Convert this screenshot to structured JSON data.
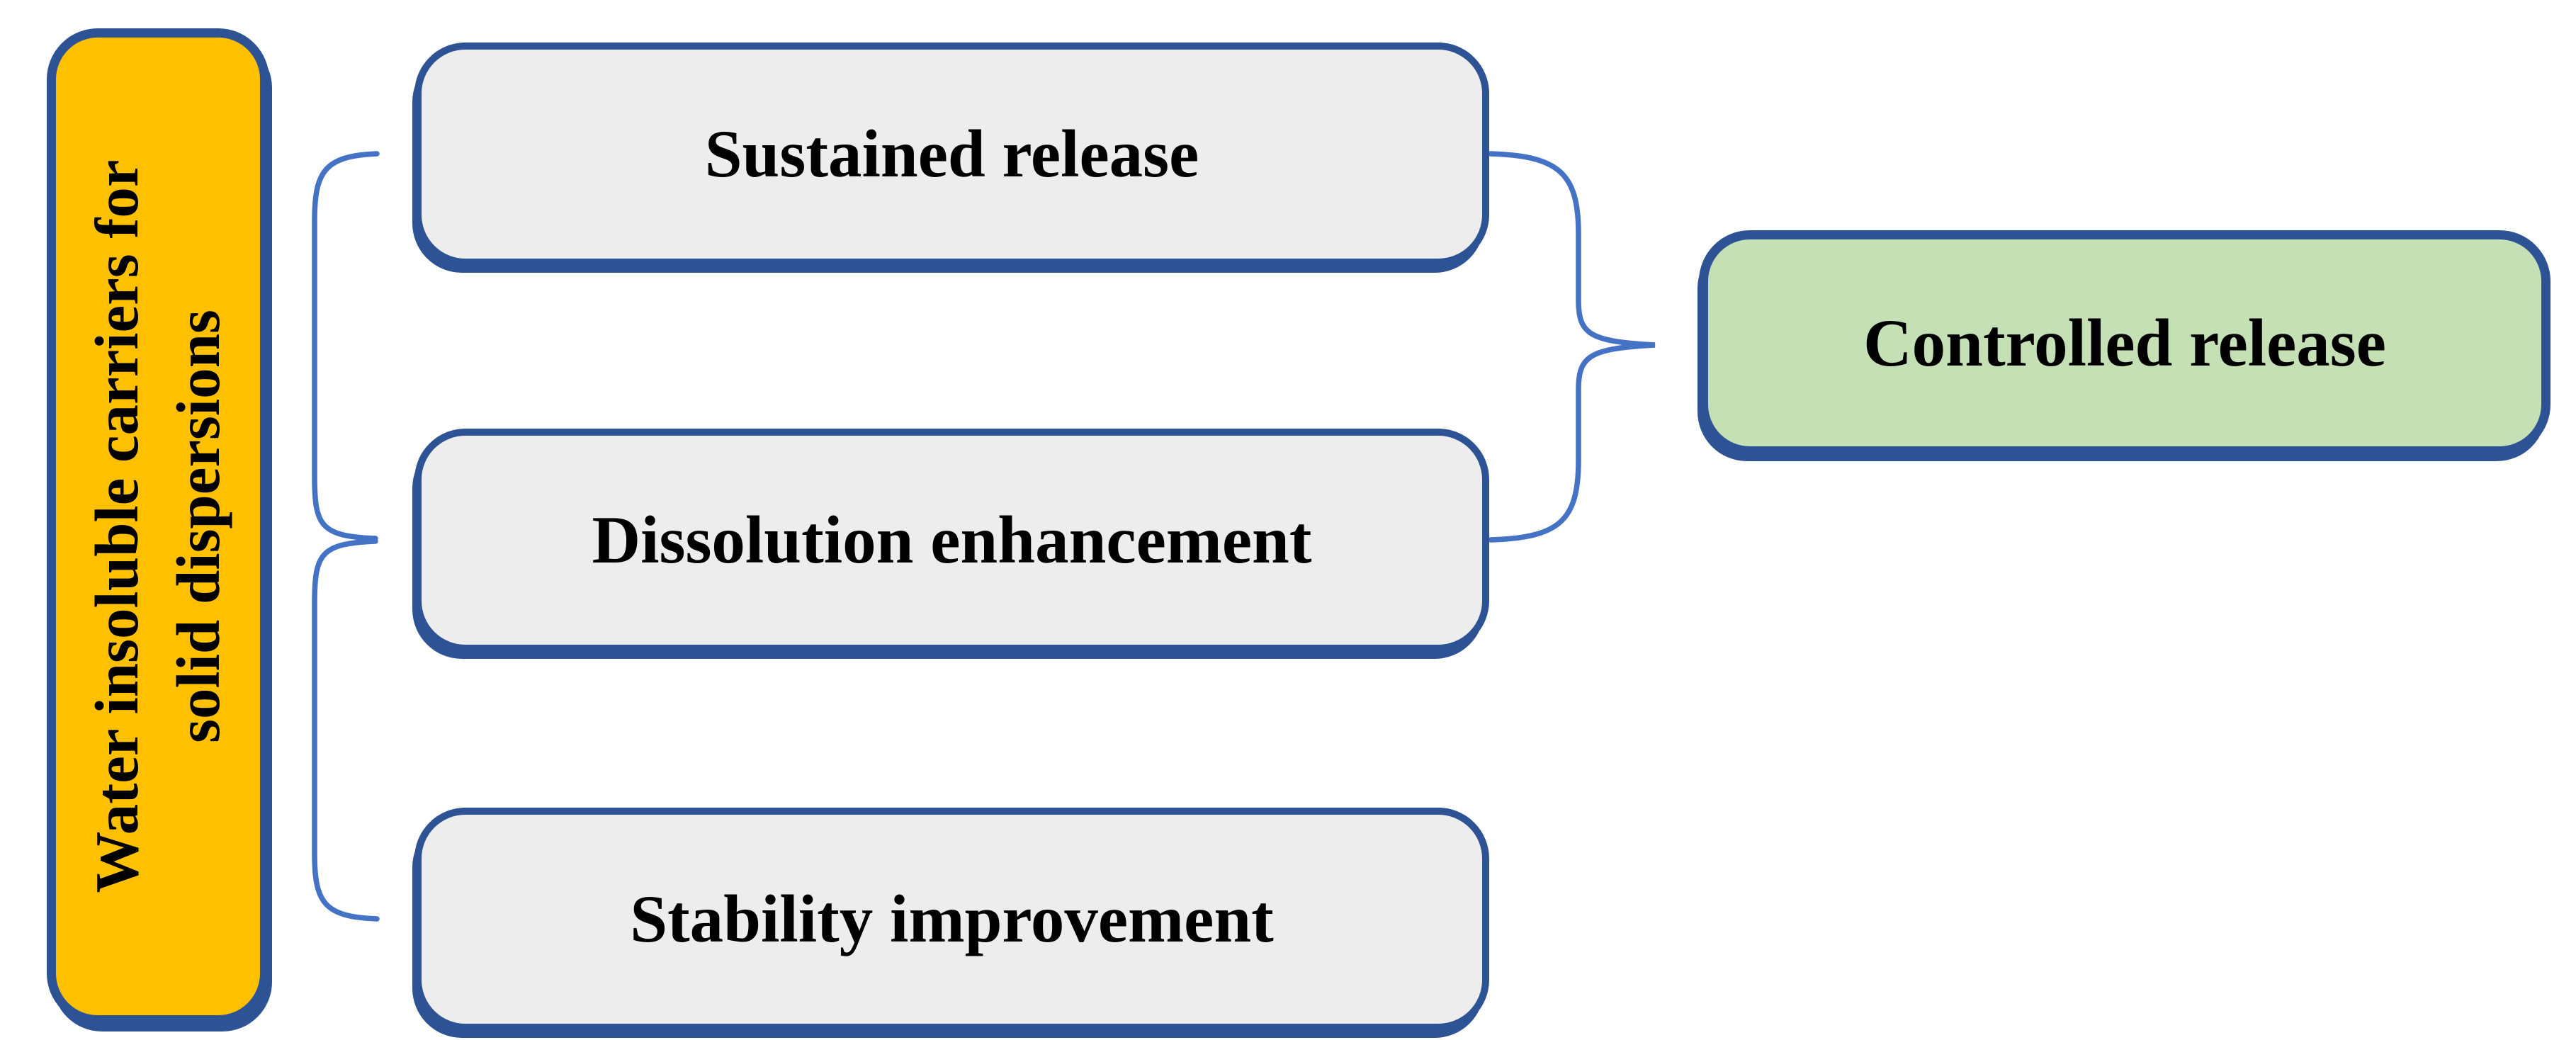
{
  "diagram": {
    "source": {
      "label": "Water insoluble carriers for solid dispersions",
      "label_lines": {
        "line1": "Water insoluble carriers for",
        "line2": "solid dispersions"
      }
    },
    "benefits": [
      {
        "label": "Sustained release"
      },
      {
        "label": "Dissolution enhancement"
      },
      {
        "label": "Stability improvement"
      }
    ],
    "outcome": {
      "label": "Controlled release"
    },
    "colors": {
      "source_fill": "#FFC000",
      "benefit_fill": "#EDEDED",
      "outcome_fill": "#C5E0B4",
      "box_border": "#2E5395",
      "connector": "#4472C4",
      "text": "#000000",
      "background": "#FFFFFF"
    }
  }
}
